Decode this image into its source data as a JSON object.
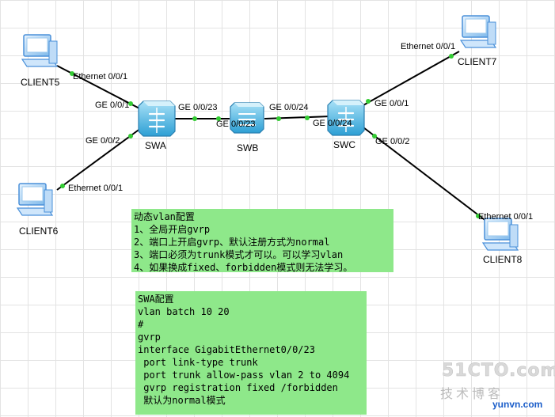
{
  "devices": {
    "client5": "CLIENT5",
    "client6": "CLIENT6",
    "client7": "CLIENT7",
    "client8": "CLIENT8",
    "swa": "SWA",
    "swb": "SWB",
    "swc": "SWC"
  },
  "ports": {
    "client5_eth": "Ethernet 0/0/1",
    "client6_eth": "Ethernet 0/0/1",
    "client7_eth": "Ethernet 0/0/1",
    "client8_eth": "Ethernet 0/0/1",
    "swa_ge1": "GE 0/0/1",
    "swa_ge2": "GE 0/0/2",
    "swa_ge23": "GE 0/0/23",
    "swb_ge23": "GE 0/0/23",
    "swb_ge24": "GE 0/0/24",
    "swc_ge24": "GE 0/0/24",
    "swc_ge1": "GE 0/0/1",
    "swc_ge2": "GE 0/0/2"
  },
  "note1": [
    "动态vlan配置",
    "1、全局开启gvrp",
    "2、端口上开启gvrp、默认注册方式为normal",
    "3、端口必须为trunk模式才可以。可以学习vlan",
    "4、如果换成fixed、forbidden模式则无法学习。"
  ],
  "note2": [
    "SWA配置",
    "vlan batch 10 20",
    "#",
    "gvrp",
    "interface GigabitEthernet0/0/23",
    " port link-type trunk",
    " port trunk allow-pass vlan 2 to 4094",
    " gvrp registration fixed /forbidden",
    " 默认为normal模式"
  ],
  "watermark": {
    "line1": "51CTO.com",
    "line2": "技术博客",
    "line3": "yunvn.com"
  },
  "colors": {
    "link": "#000000",
    "port_dot": "#33cc33",
    "switch": "#4fb7e3",
    "note_bg": "#8ee88a"
  }
}
